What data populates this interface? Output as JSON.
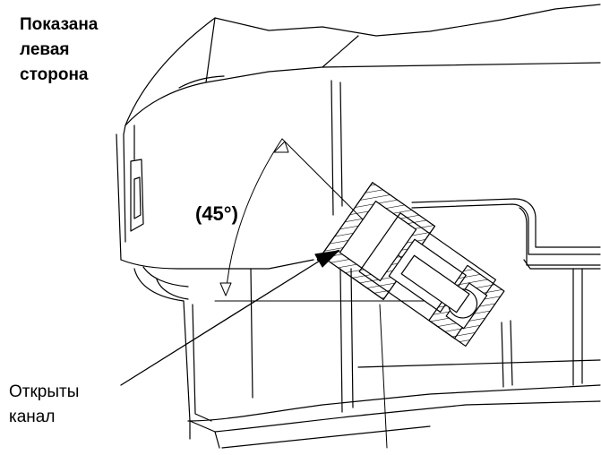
{
  "labels": {
    "side_note": [
      "Показана",
      "левая",
      "сторона"
    ],
    "angle": "(45°)",
    "callout": [
      "Открыты",
      "канал"
    ]
  },
  "colors": {
    "stroke": "#000000",
    "background": "#ffffff"
  }
}
